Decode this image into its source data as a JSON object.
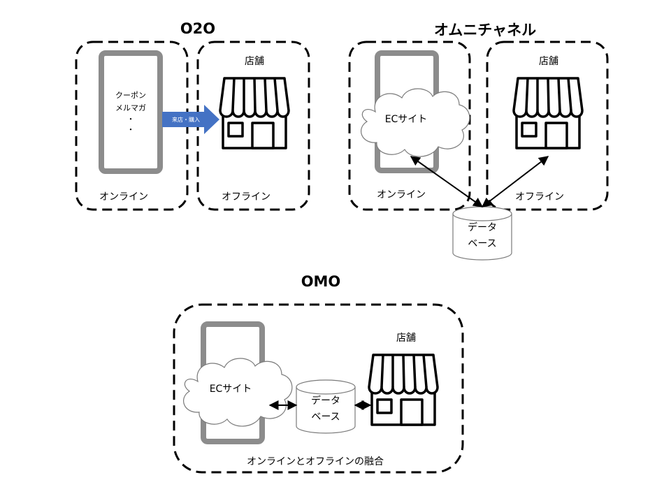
{
  "o2o": {
    "title": "O2O",
    "phone_lines": [
      "クーポン",
      "メルマガ",
      "・",
      "・"
    ],
    "arrow_label": "来店・購入",
    "store_label": "店舗",
    "online_label": "オンライン",
    "offline_label": "オフライン"
  },
  "omni": {
    "title": "オムニチャネル",
    "ec_label": "ECサイト",
    "store_label": "店舗",
    "online_label": "オンライン",
    "offline_label": "オフライン",
    "db_lines": [
      "データ",
      "ベース"
    ]
  },
  "omo": {
    "title": "OMO",
    "ec_label": "ECサイト",
    "store_label": "店舗",
    "db_lines": [
      "データ",
      "ベース"
    ],
    "caption": "オンラインとオフラインの融合"
  },
  "colors": {
    "arrow_fill": "#4472c4",
    "phone_frame": "#8c8c8c",
    "outline": "#000000"
  }
}
